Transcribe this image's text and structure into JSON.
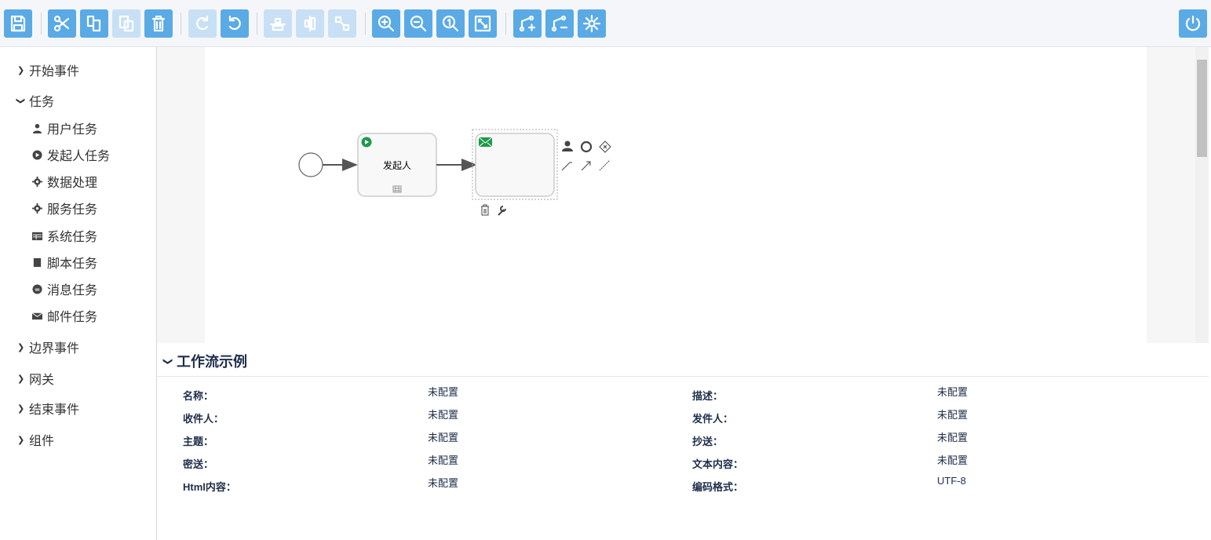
{
  "toolbar": {
    "buttons": [
      {
        "name": "save",
        "icon": "save-icon",
        "enabled": true
      },
      {
        "name": "cut",
        "icon": "scissors-icon",
        "enabled": true
      },
      {
        "name": "copy",
        "icon": "copy-icon",
        "enabled": true
      },
      {
        "name": "paste",
        "icon": "paste-icon",
        "enabled": false
      },
      {
        "name": "delete",
        "icon": "trash-icon",
        "enabled": true
      },
      {
        "name": "redo",
        "icon": "redo-icon",
        "enabled": false
      },
      {
        "name": "undo",
        "icon": "undo-icon",
        "enabled": true
      },
      {
        "name": "align-horizontal",
        "icon": "align-horizontal-icon",
        "enabled": false
      },
      {
        "name": "align-vertical",
        "icon": "align-vertical-icon",
        "enabled": false
      },
      {
        "name": "same-size",
        "icon": "same-size-icon",
        "enabled": false
      },
      {
        "name": "zoom-in",
        "icon": "zoom-in-icon",
        "enabled": true
      },
      {
        "name": "zoom-out",
        "icon": "zoom-out-icon",
        "enabled": true
      },
      {
        "name": "zoom-actual",
        "icon": "zoom-actual-icon",
        "enabled": true
      },
      {
        "name": "zoom-fit",
        "icon": "fit-icon",
        "enabled": true
      },
      {
        "name": "add-bendpoint",
        "icon": "add-bendpoint-icon",
        "enabled": true
      },
      {
        "name": "remove-bendpoint",
        "icon": "remove-bendpoint-icon",
        "enabled": true
      },
      {
        "name": "settings",
        "icon": "gear-icon",
        "enabled": true
      },
      {
        "name": "power",
        "icon": "power-icon",
        "enabled": true
      }
    ],
    "accent": "#5aaae6"
  },
  "sidebar": {
    "groups": [
      "开始事件",
      "任务",
      "边界事件",
      "网关",
      "结束事件",
      "组件"
    ],
    "tasks": [
      "用户任务",
      "发起人任务",
      "数据处理",
      "服务任务",
      "系统任务",
      "脚本任务",
      "消息任务",
      "邮件任务"
    ]
  },
  "diagram": {
    "initiator_task": "发起人"
  },
  "props": {
    "title": "工作流示例",
    "rows": [
      {
        "l1": "名称：",
        "v1": "未配置",
        "l2": "描述：",
        "v2": "未配置"
      },
      {
        "l1": "收件人：",
        "v1": "未配置",
        "l2": "发件人：",
        "v2": "未配置"
      },
      {
        "l1": "主题：",
        "v1": "未配置",
        "l2": "抄送：",
        "v2": "未配置"
      },
      {
        "l1": "密送：",
        "v1": "未配置",
        "l2": "文本内容：",
        "v2": "未配置"
      },
      {
        "l1": "Html内容：",
        "v1": "未配置",
        "l2": "编码格式：",
        "v2": "UTF-8"
      }
    ]
  }
}
